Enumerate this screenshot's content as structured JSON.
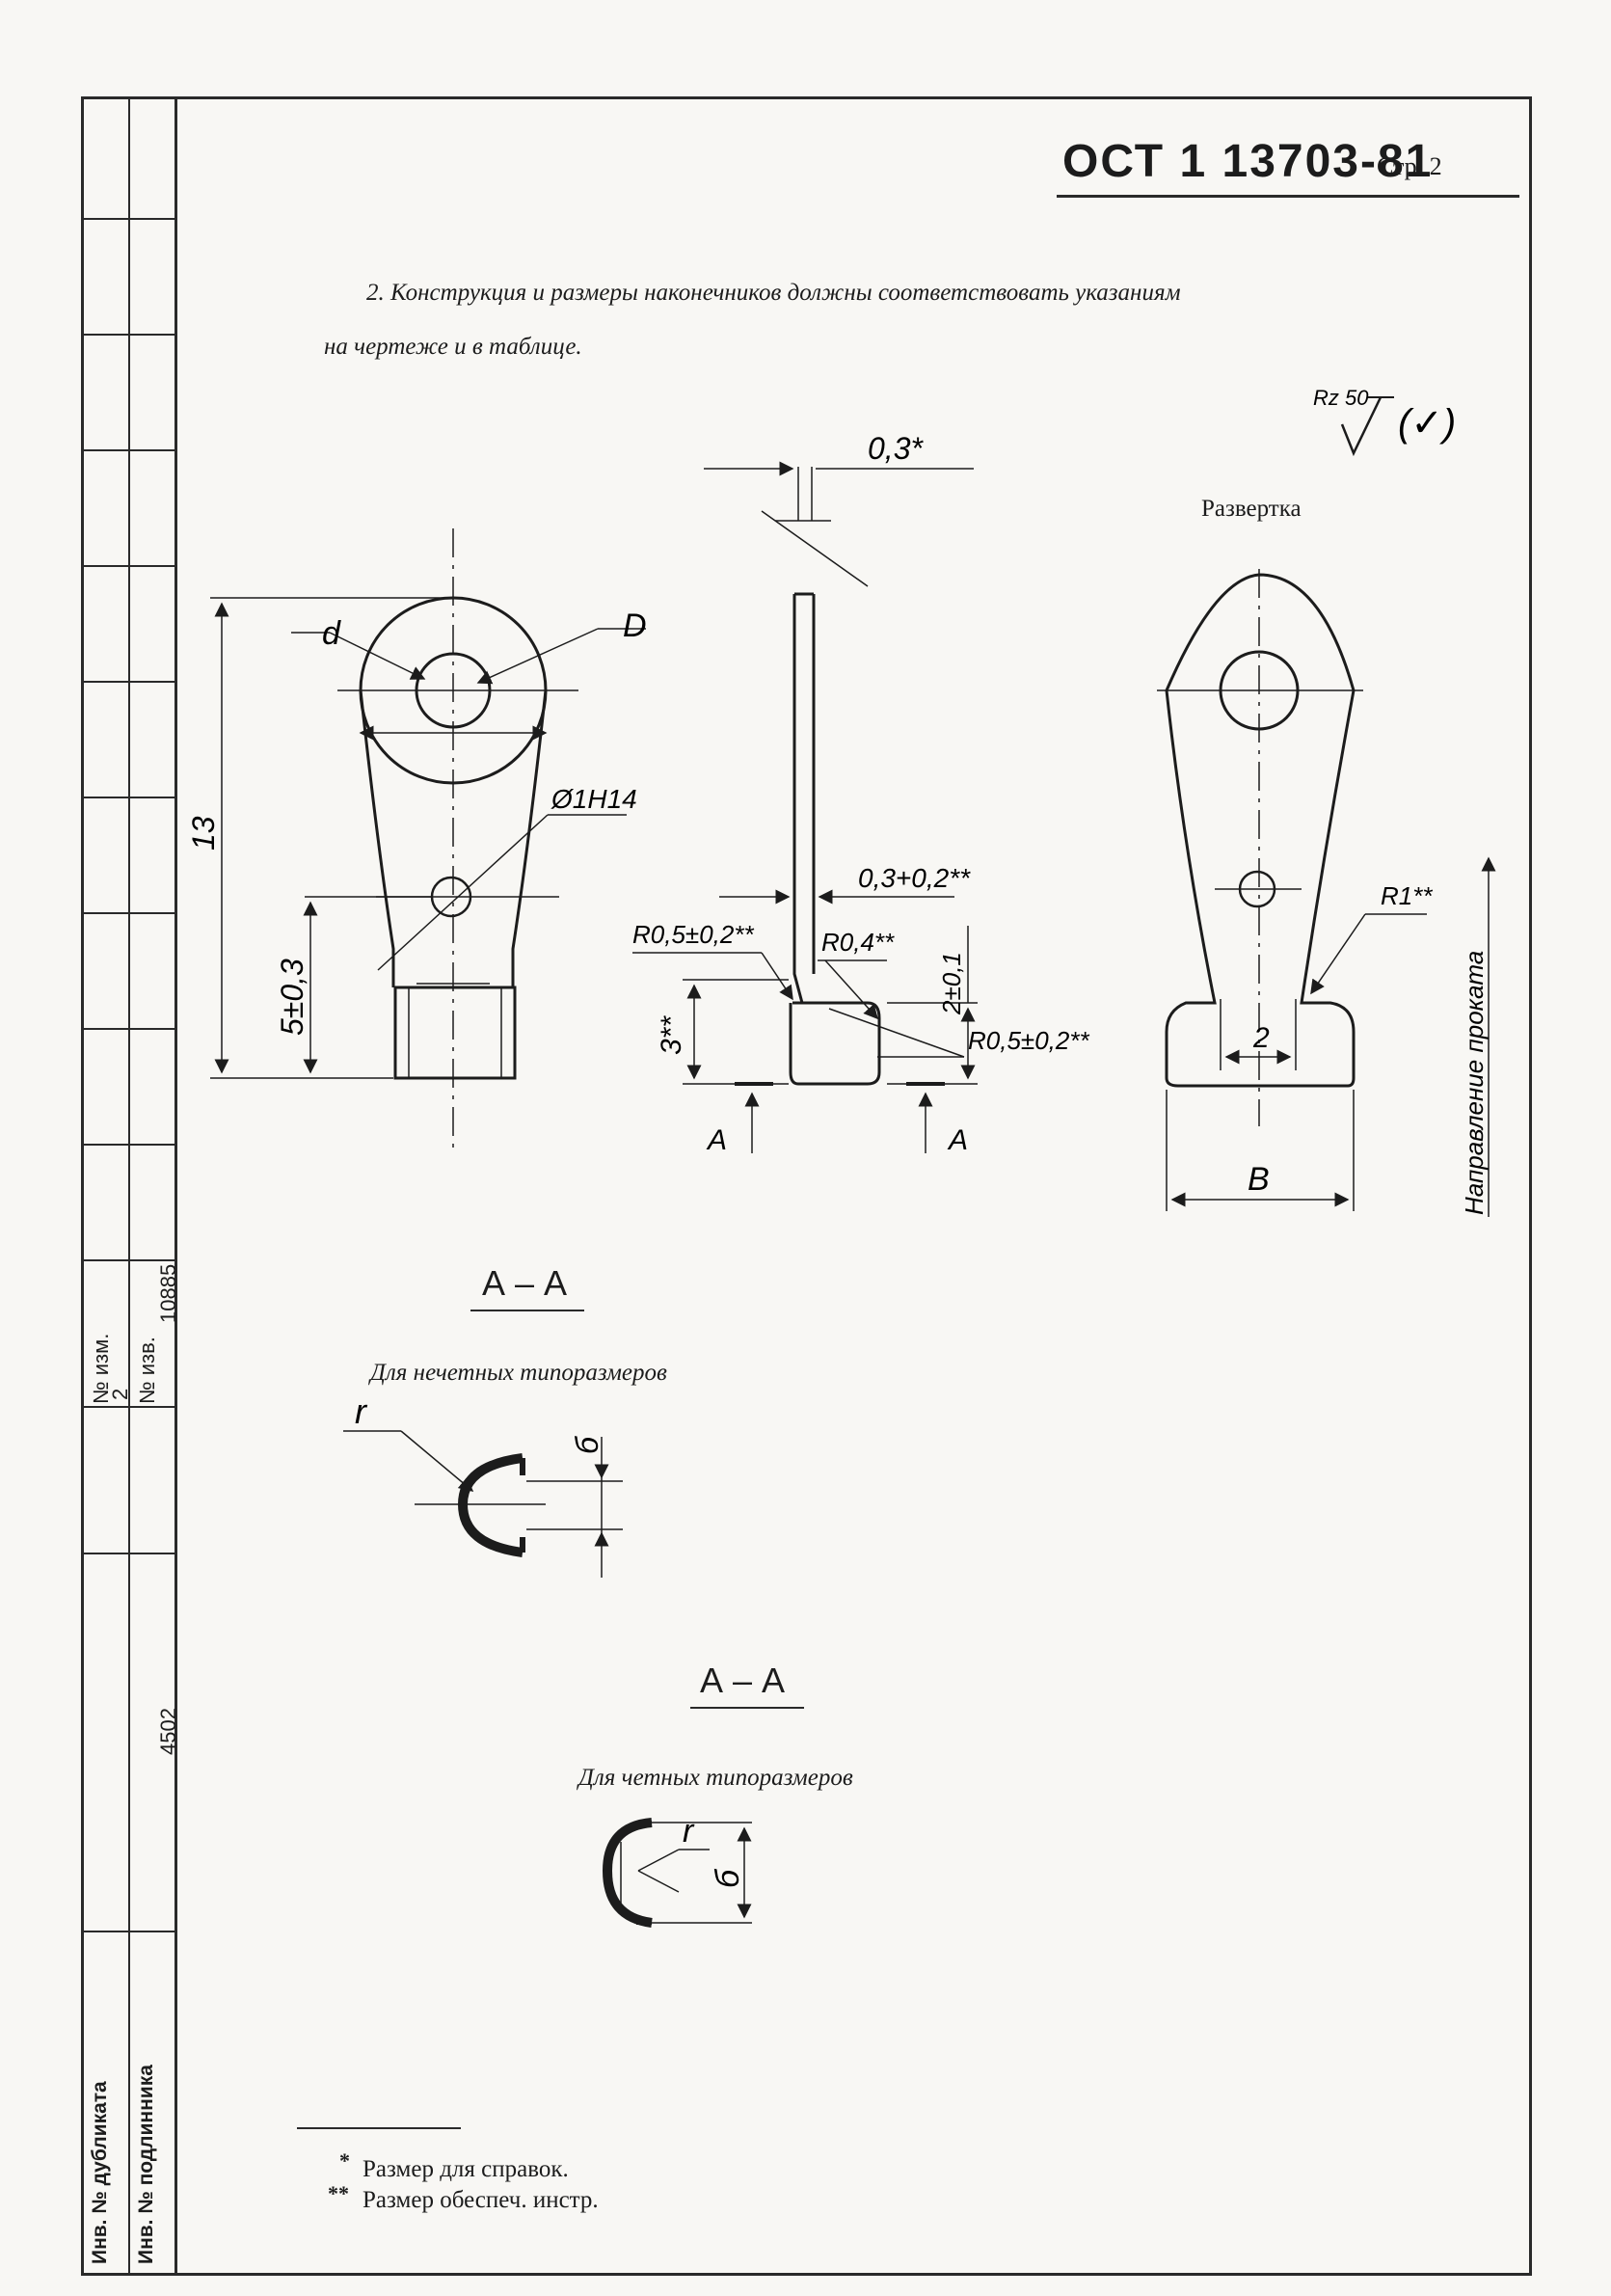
{
  "header": {
    "doc_number": "ОСТ 1 13703-81",
    "page_label": "Стр. 2"
  },
  "paragraph": {
    "line1": "2. Конструкция и размеры наконечников должны соответствовать указаниям",
    "line2": "на чертеже и в таблице."
  },
  "roughness": {
    "label": "Rz 50",
    "paren": "(✓)"
  },
  "drawing": {
    "razvertka_label": "Развертка",
    "front_view": {
      "dim_d": "d",
      "dim_D": "D",
      "dim_hole": "Ø1H14",
      "dim_13": "13",
      "dim_5": "5±0,3"
    },
    "side_view": {
      "dim_thickness_ref": "0,3*",
      "dim_thickness": "0,3+0,2**",
      "dim_r05_left": "R0,5±0,2**",
      "dim_r04": "R0,4**",
      "dim_2": "2±0,1",
      "dim_r05_right": "R0,5±0,2**",
      "dim_3": "3**",
      "section_mark_left": "A",
      "section_mark_right": "A"
    },
    "flat_view": {
      "dim_r1": "R1**",
      "dim_2": "2",
      "dim_B": "B",
      "direction_label": "Направление проката"
    }
  },
  "sections": {
    "odd": {
      "title": "А – А",
      "caption": "Для нечетных типоразмеров",
      "dim_r": "r",
      "dim_b": "б"
    },
    "even": {
      "title": "А – А",
      "caption": "Для четных типоразмеров",
      "dim_r": "r",
      "dim_b": "б"
    }
  },
  "footnotes": [
    {
      "mark": "*",
      "text": "Размер для справок."
    },
    {
      "mark": "**",
      "text": "Размер обеспеч. инстр."
    }
  ],
  "stamp": {
    "izm_label": "№ изм.",
    "izm_value": "2",
    "izv_label": "№ изв.",
    "izv_value": "10885",
    "inv_podl_value": "4502",
    "inv_dubl_label": "Инв. № дубликата",
    "inv_podl_label": "Инв. № подлинника"
  }
}
